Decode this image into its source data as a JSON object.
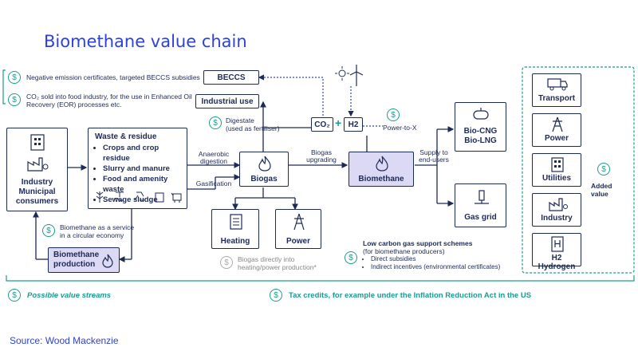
{
  "title": "Biomethane value chain",
  "source": "Source: Wood Mackenzie",
  "notes": {
    "negative_emission": "Negative emission certificates, targeted BECCS subsidies",
    "co2_sold_1": "CO₂ sold into food industry, for the use in Enhanced Oil",
    "co2_sold_2": "Recovery (EOR) processes etc.",
    "digestate_1": "Digestate",
    "digestate_2": "(used as fertiliser)",
    "anaerobic_1": "Anaerobic",
    "anaerobic_2": "digestion",
    "gasification": "Gasification",
    "biogas_upgrading_1": "Biogas",
    "biogas_upgrading_2": "upgrading",
    "supply_1": "Supply to",
    "supply_2": "end-users",
    "power_to_x": "Power-to-X",
    "baas_1": "Biomethane as a service",
    "baas_2": "in a circular economy",
    "biogas_direct_1": "Biogas directly into",
    "biogas_direct_2": "heating/power production*",
    "low_carbon_title_1": "Low carbon gas support schemes",
    "low_carbon_title_2": "(for biomethane producers)",
    "low_carbon_items": [
      "Direct subsidies",
      "Indirect incentives (environmental certificates)"
    ],
    "added_value_1": "Added",
    "added_value_2": "value",
    "possible_value_streams": "Possible value streams",
    "tax_credits": "Tax credits, for example under the Inflation Reduction Act in the US"
  },
  "boxes": {
    "beccs": "BECCS",
    "industrial_use": "Industrial use",
    "co2": "CO₂",
    "plus": "+",
    "h2": "H2",
    "industry_consumers_1": "Industry",
    "industry_consumers_2": "Municipal",
    "industry_consumers_3": "consumers",
    "waste_title": "Waste & residue",
    "waste_items": [
      "Crops and crop residue",
      "Slurry and manure",
      "Food and amenity waste",
      "Sewage sludge"
    ],
    "biogas": "Biogas",
    "biomethane": "Biomethane",
    "bio_cng": "Bio-CNG",
    "bio_lng": "Bio-LNG",
    "gas_grid": "Gas grid",
    "heating": "Heating",
    "power": "Power",
    "biomethane_production_1": "Biomethane",
    "biomethane_production_2": "production"
  },
  "end_uses": [
    "Transport",
    "Power",
    "Utilities",
    "Industry",
    "H2 Hydrogen"
  ],
  "icons": {
    "dollar": "$",
    "factory": "factory-icon",
    "flame": "flame-icon",
    "pylon": "pylon-icon",
    "truck": "truck-icon",
    "building": "building-icon",
    "wind_sun": "wind-sun-icon"
  },
  "colors": {
    "title": "#2f42d6",
    "navy": "#1d2a55",
    "teal": "#1a9c90",
    "purple_fill": "#dcd9f4"
  }
}
